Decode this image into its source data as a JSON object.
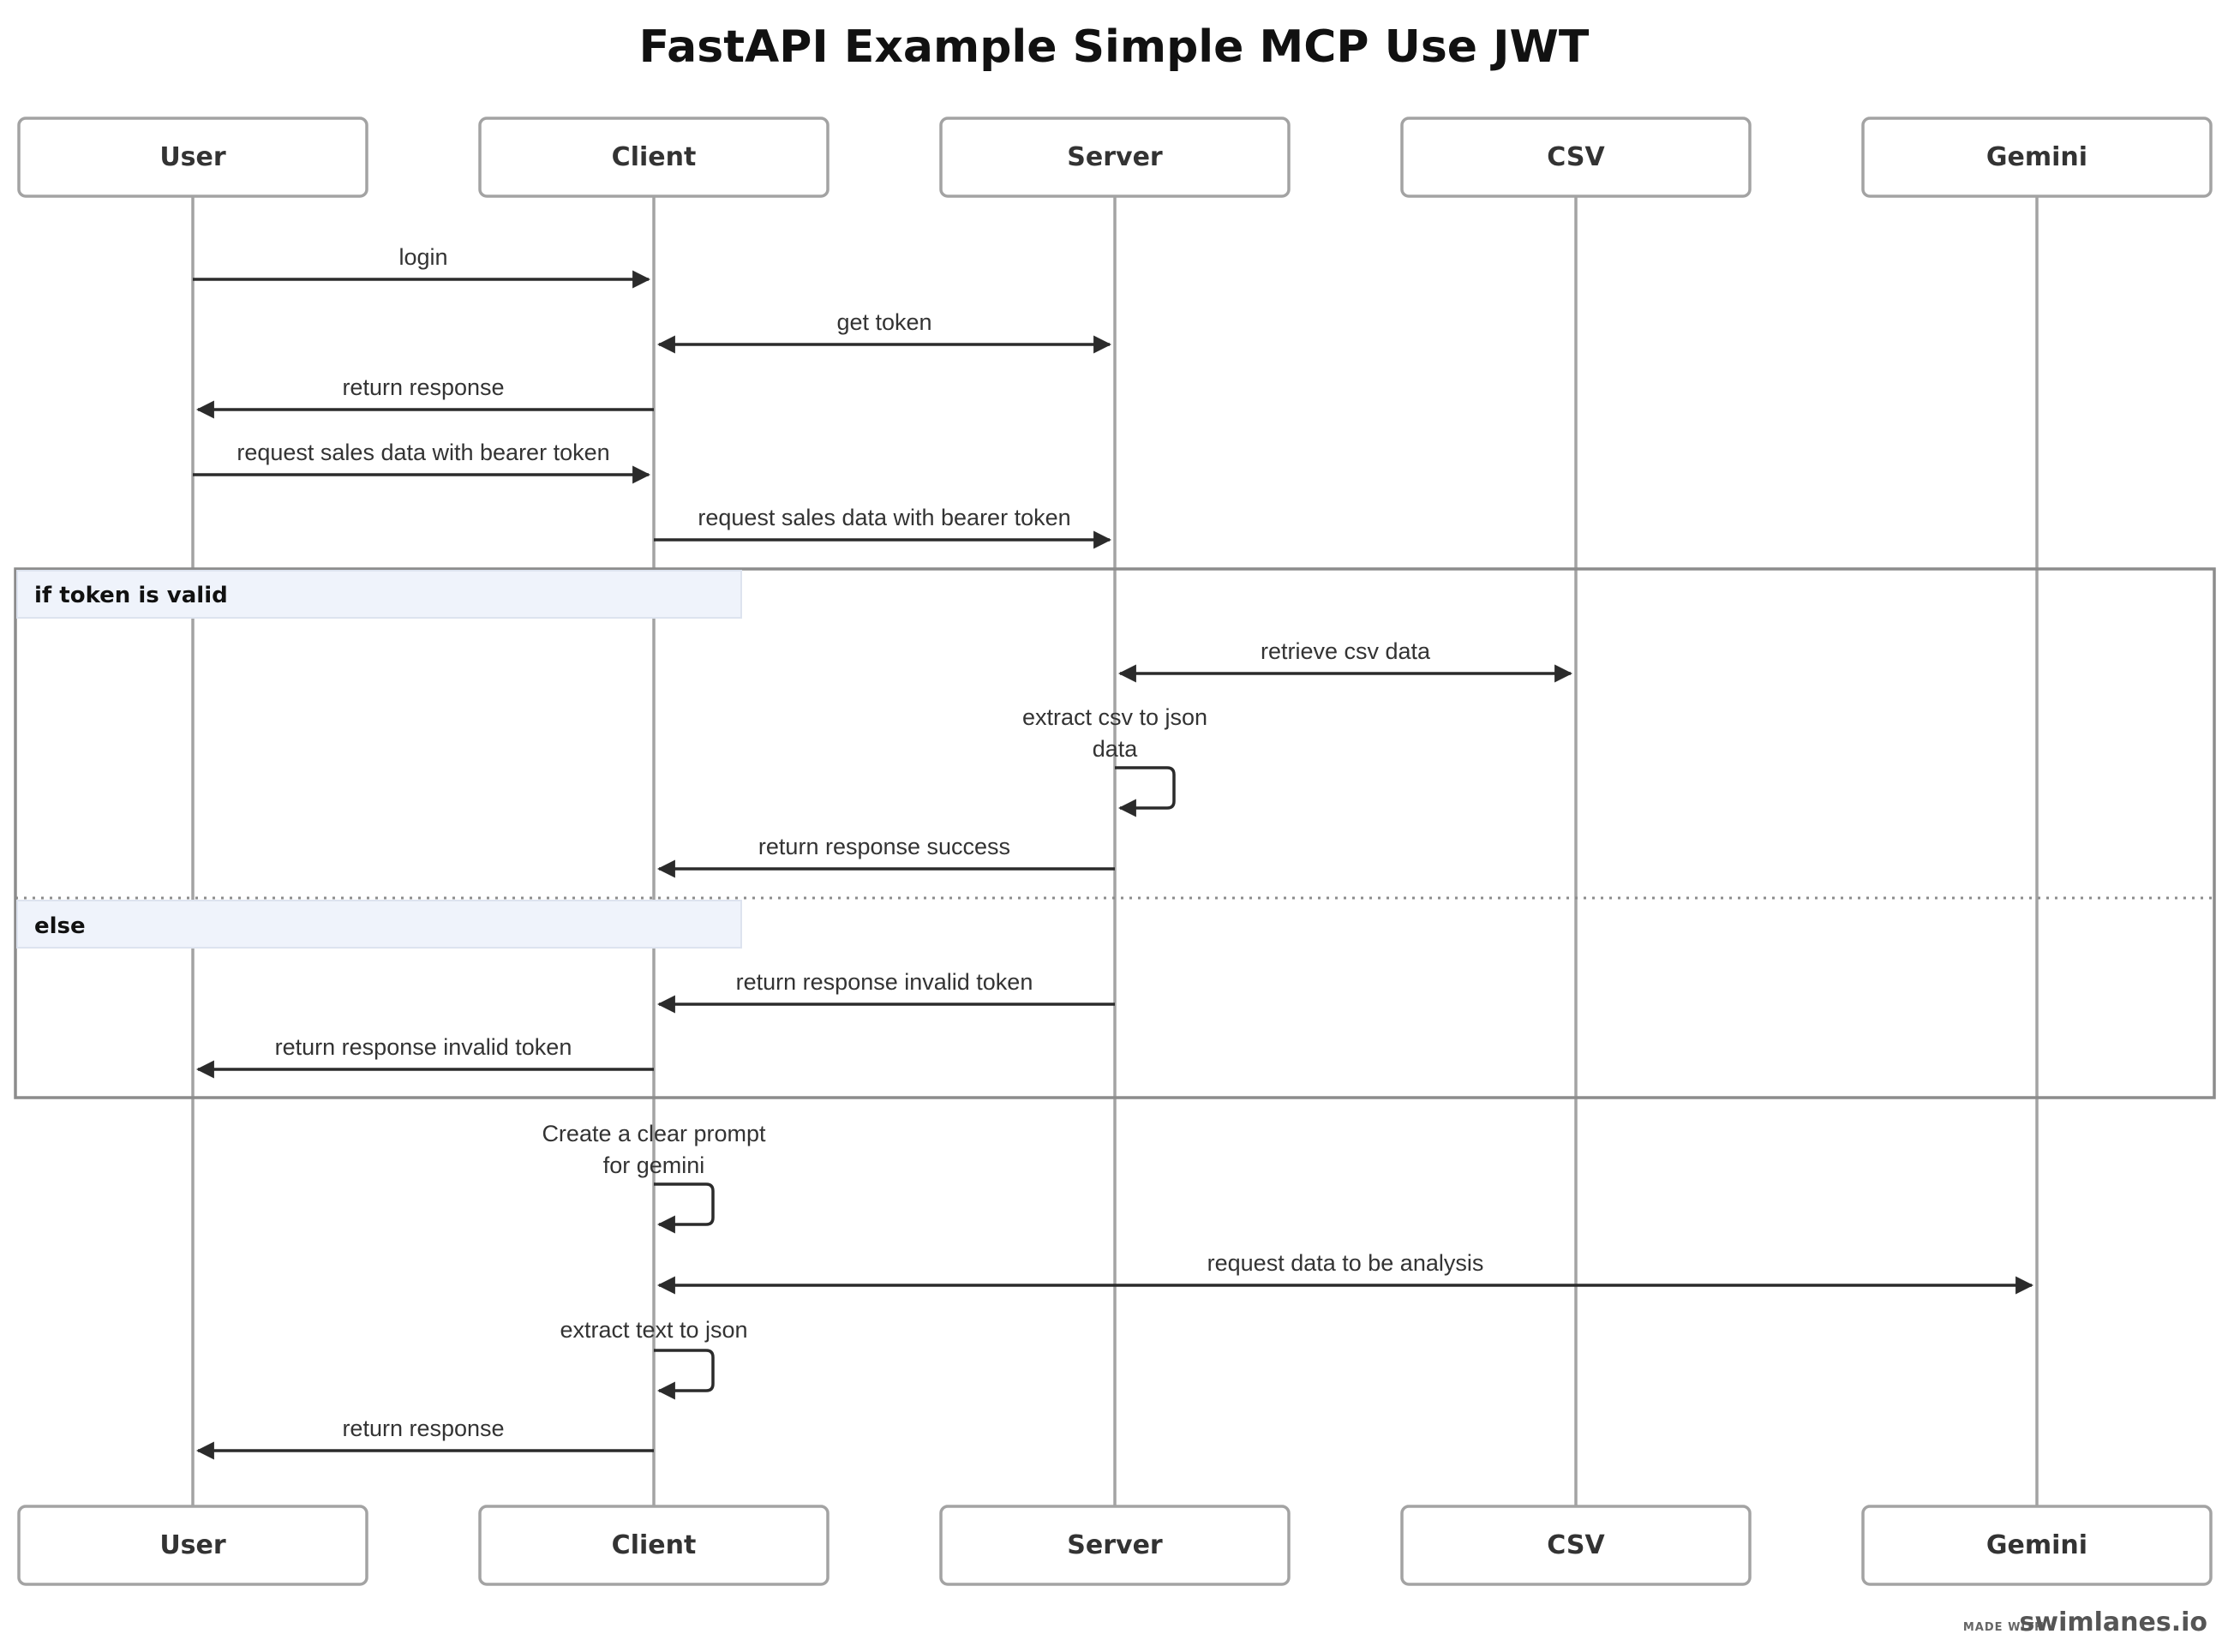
{
  "title": "FastAPI Example Simple MCP Use JWT",
  "participants": [
    "User",
    "Client",
    "Server",
    "CSV",
    "Gemini"
  ],
  "messages": [
    {
      "from": "User",
      "to": "Client",
      "label": [
        "login"
      ],
      "bidirectional": false
    },
    {
      "from": "Client",
      "to": "Server",
      "label": [
        "get token"
      ],
      "bidirectional": true
    },
    {
      "from": "Client",
      "to": "User",
      "label": [
        "return response"
      ],
      "bidirectional": false
    },
    {
      "from": "User",
      "to": "Client",
      "label": [
        "request sales data with bearer token"
      ],
      "bidirectional": false
    },
    {
      "from": "Client",
      "to": "Server",
      "label": [
        "request sales data with bearer token"
      ],
      "bidirectional": false
    },
    {
      "from": "Server",
      "to": "CSV",
      "label": [
        "retrieve csv data"
      ],
      "bidirectional": true
    },
    {
      "from": "Server",
      "to": "Server",
      "label": [
        "extract csv to json",
        "data"
      ],
      "bidirectional": false
    },
    {
      "from": "Server",
      "to": "Client",
      "label": [
        "return response success"
      ],
      "bidirectional": false
    },
    {
      "from": "Server",
      "to": "Client",
      "label": [
        "return response invalid token"
      ],
      "bidirectional": false
    },
    {
      "from": "Client",
      "to": "User",
      "label": [
        "return response invalid token"
      ],
      "bidirectional": false
    },
    {
      "from": "Client",
      "to": "Client",
      "label": [
        "Create a clear prompt",
        "for gemini"
      ],
      "bidirectional": false
    },
    {
      "from": "Client",
      "to": "Gemini",
      "label": [
        "request data to be analysis"
      ],
      "bidirectional": true
    },
    {
      "from": "Client",
      "to": "Client",
      "label": [
        "extract text to json"
      ],
      "bidirectional": false
    },
    {
      "from": "Client",
      "to": "User",
      "label": [
        "return response"
      ],
      "bidirectional": false
    }
  ],
  "fragment": {
    "sections": [
      "if token is valid",
      "else"
    ]
  },
  "watermark": {
    "small": "MADE WITH",
    "big": "swimlanes.io"
  }
}
